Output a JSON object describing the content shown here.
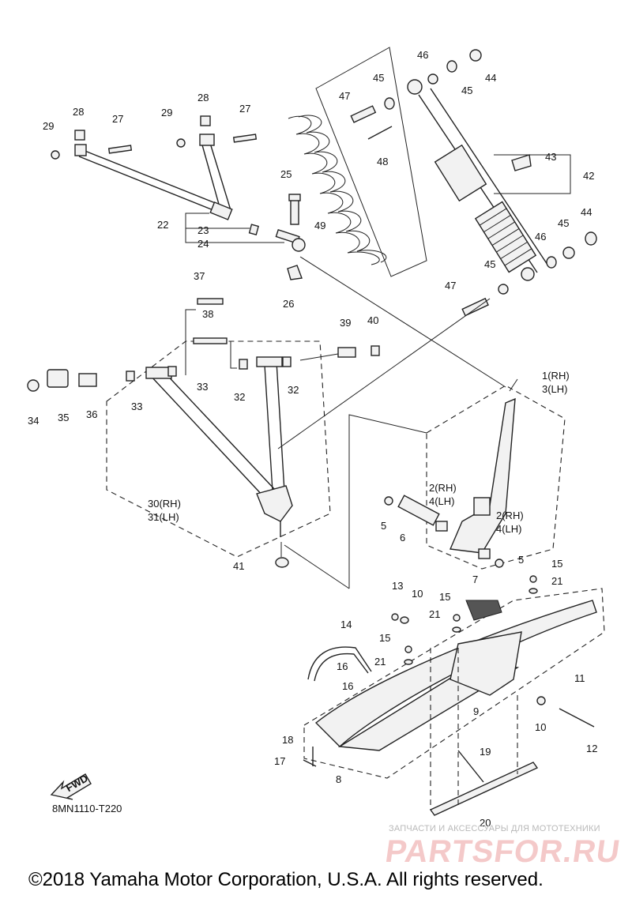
{
  "diagram": {
    "code": "8MN1110-T220",
    "fwd_label": "FWD",
    "callouts": {
      "c1_3": [
        "1(RH)",
        "3(LH)"
      ],
      "c2_4a": [
        "2(RH)",
        "4(LH)"
      ],
      "c2_4b": [
        "2(RH)",
        "4(LH)"
      ],
      "c5a": "5",
      "c5b": "5",
      "c6": "6",
      "c7": "7",
      "c8": "8",
      "c9": "9",
      "c10a": "10",
      "c10b": "10",
      "c11": "11",
      "c12": "12",
      "c13": "13",
      "c14": "14",
      "c15a": "15",
      "c15b": "15",
      "c15c": "15",
      "c16a": "16",
      "c16b": "16",
      "c17": "17",
      "c18": "18",
      "c19": "19",
      "c20": "20",
      "c21a": "21",
      "c21b": "21",
      "c21c": "21",
      "c22": "22",
      "c23": "23",
      "c24": "24",
      "c25": "25",
      "c26": "26",
      "c27a": "27",
      "c27b": "27",
      "c28a": "28",
      "c28b": "28",
      "c29a": "29",
      "c29b": "29",
      "c30_31": [
        "30(RH)",
        "31(LH)"
      ],
      "c32a": "32",
      "c32b": "32",
      "c33a": "33",
      "c33b": "33",
      "c34": "34",
      "c35": "35",
      "c36": "36",
      "c37": "37",
      "c38": "38",
      "c39": "39",
      "c40": "40",
      "c41": "41",
      "c42": "42",
      "c43": "43",
      "c44a": "44",
      "c44b": "44",
      "c45a": "45",
      "c45b": "45",
      "c45c": "45",
      "c45d": "45",
      "c46a": "46",
      "c46b": "46",
      "c47a": "47",
      "c47b": "47",
      "c48": "48",
      "c49": "49"
    }
  },
  "watermark": {
    "caption": "ЗАПЧАСТИ И АКСЕССУАРЫ ДЛЯ МОТОТЕХНИКИ",
    "logo": "PARTSFOR.RU"
  },
  "footer": {
    "copyright": "©2018 Yamaha Motor Corporation, U.S.A. All rights reserved."
  }
}
